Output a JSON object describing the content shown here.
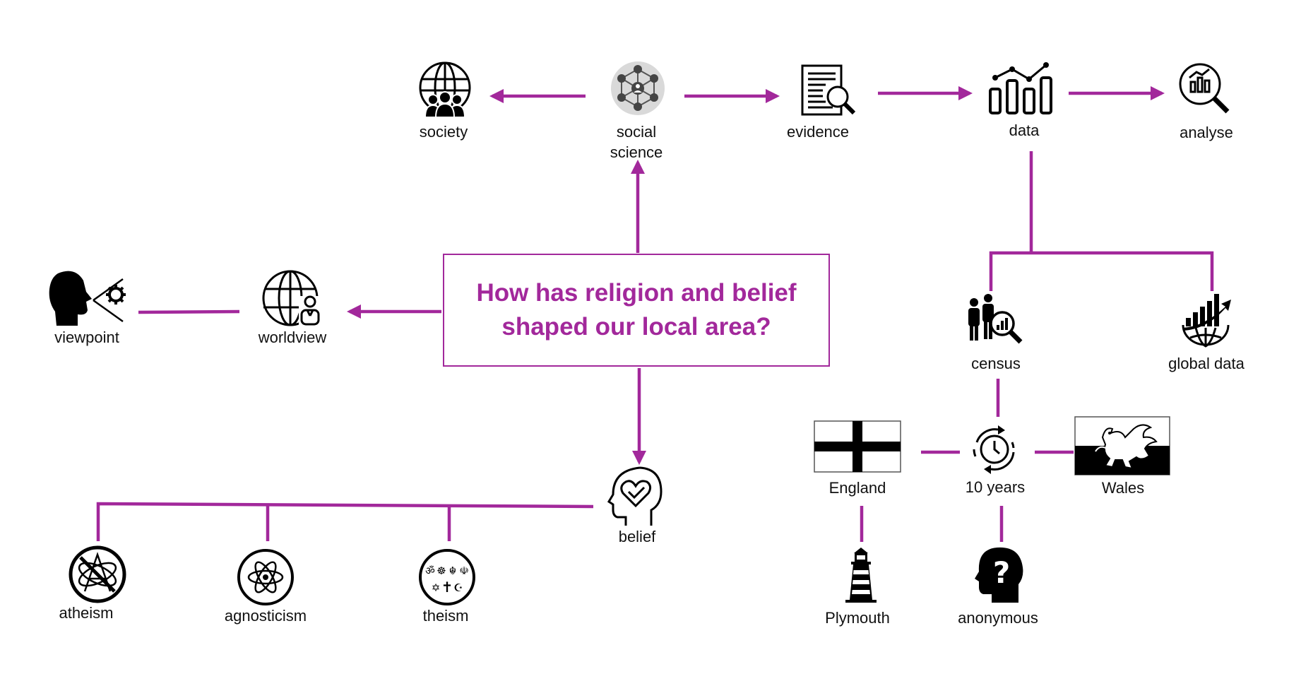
{
  "diagram": {
    "accent_color": "#a2289b",
    "question": "How has religion and belief shaped our local area?",
    "nodes": {
      "society": {
        "label": "society",
        "icon": "globe-people-icon"
      },
      "social_science": {
        "label": "social science",
        "icon": "people-network-icon"
      },
      "evidence": {
        "label": "evidence",
        "icon": "document-search-icon"
      },
      "data": {
        "label": "data",
        "icon": "bar-line-chart-icon"
      },
      "analyse": {
        "label": "analyse",
        "icon": "chart-magnifier-icon"
      },
      "viewpoint": {
        "label": "viewpoint",
        "icon": "speaking-head-gear-icon"
      },
      "worldview": {
        "label": "worldview",
        "icon": "globe-person-icon"
      },
      "census": {
        "label": "census",
        "icon": "people-chart-search-icon"
      },
      "global_data": {
        "label": "global data",
        "icon": "globe-growth-chart-icon"
      },
      "england": {
        "label": "England",
        "icon": "england-flag-icon"
      },
      "ten_years": {
        "label": "10 years",
        "icon": "clock-cycle-icon"
      },
      "wales": {
        "label": "Wales",
        "icon": "wales-flag-icon"
      },
      "plymouth": {
        "label": "Plymouth",
        "icon": "lighthouse-icon"
      },
      "anonymous": {
        "label": "anonymous",
        "icon": "head-question-icon"
      },
      "belief": {
        "label": "belief",
        "icon": "head-heart-icon"
      },
      "atheism": {
        "label": "atheism",
        "icon": "atheism-symbol-icon"
      },
      "agnosticism": {
        "label": "agnosticism",
        "icon": "atom-symbol-icon"
      },
      "theism": {
        "label": "theism",
        "icon": "religious-symbols-icon"
      }
    }
  }
}
